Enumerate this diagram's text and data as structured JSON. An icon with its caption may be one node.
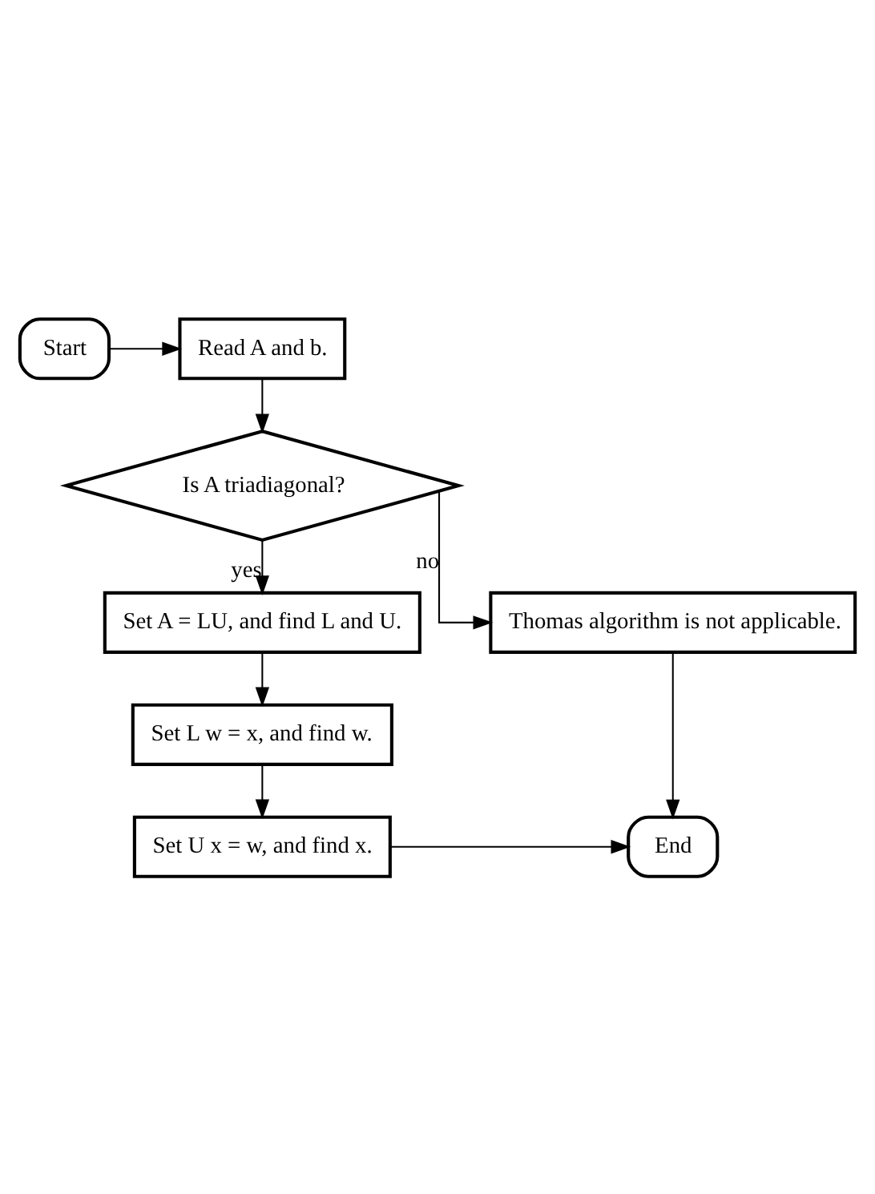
{
  "diagram": {
    "nodes": [
      {
        "text": [
          "Start"
        ]
      },
      {
        "text": [
          "Read A and b."
        ]
      },
      {
        "text": [
          "Is A triadiagonal?"
        ]
      },
      {
        "text": [
          "Thomas algorithm is not applicable."
        ]
      },
      {
        "text": [
          "Set A = LU, and find L and U."
        ]
      },
      {
        "text": [
          "Set L w = x, and find w."
        ]
      },
      {
        "text": [
          "End"
        ]
      },
      {
        "text": [
          "Set U x = w, and find x."
        ]
      }
    ],
    "edges": [
      {
        "from": 0,
        "to": 1,
        "arrow": "to"
      },
      {
        "from": 1,
        "to": 2,
        "arrow": "to"
      },
      {
        "from": 2,
        "to": 3,
        "arrow": "to",
        "label": "no"
      },
      {
        "from": 2,
        "to": 4,
        "arrow": "to",
        "label": "yes"
      },
      {
        "from": 4,
        "to": 5,
        "arrow": "to"
      },
      {
        "from": 5,
        "to": 7,
        "arrow": "to"
      },
      {
        "from": 7,
        "to": 6,
        "arrow": "to"
      },
      {
        "from": 3,
        "to": 6,
        "arrow": "to"
      }
    ]
  }
}
